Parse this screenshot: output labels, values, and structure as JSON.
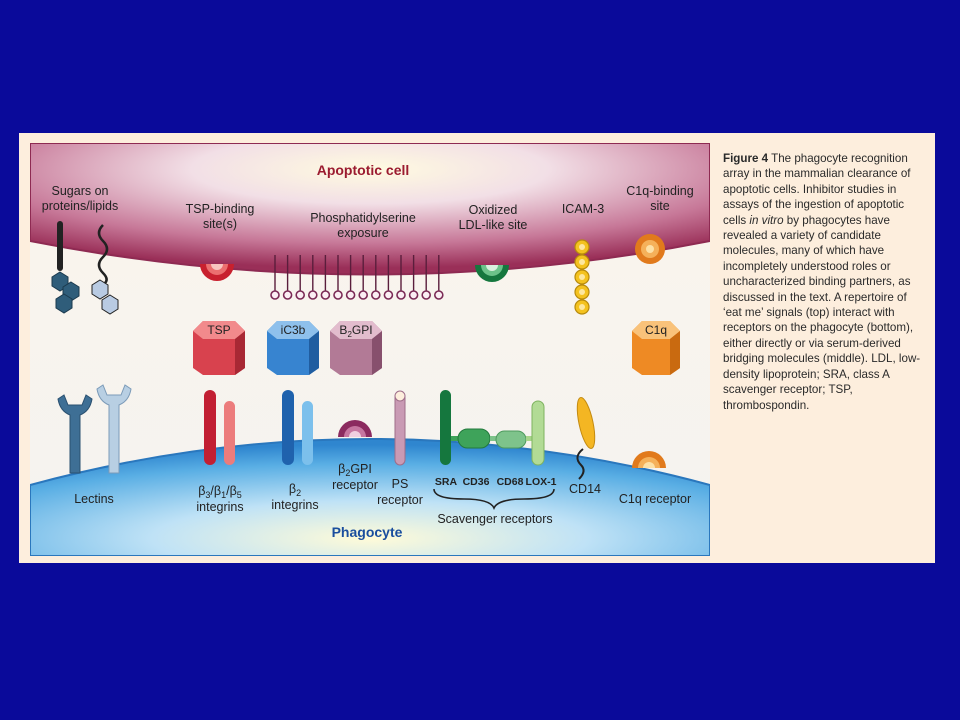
{
  "figure": {
    "apoptotic_cell_label": "Apoptotic cell",
    "phagocyte_label": "Phagocyte",
    "top_labels": {
      "sugars_1": "Sugars on",
      "sugars_2": "proteins/lipids",
      "tsp_site_1": "TSP-binding",
      "tsp_site_2": "site(s)",
      "ps_1": "Phosphatidylserine",
      "ps_2": "exposure",
      "ldl_1": "Oxidized",
      "ldl_2": "LDL-like site",
      "icam": "ICAM-3",
      "c1q_site_1": "C1q-binding",
      "c1q_site_2": "site"
    },
    "bridging_molecules": {
      "tsp": "TSP",
      "ic3b": "iC3b",
      "b2gpi_main": "B",
      "b2gpi_sub": "2",
      "b2gpi_rest": "GPI",
      "c1q": "C1q"
    },
    "bottom_labels": {
      "lectins": "Lectins",
      "b3_a": "β",
      "b3_s1": "3",
      "b3_b": "/β",
      "b3_s2": "1",
      "b3_c": "/β",
      "b3_s3": "5",
      "b3_integrins": "integrins",
      "b2_a": "β",
      "b2_s": "2",
      "b2_integrins": "integrins",
      "b2gpi_r_a": "β",
      "b2gpi_r_s": "2",
      "b2gpi_r_b": "GPI",
      "b2gpi_receptor": "receptor",
      "ps_receptor_1": "PS",
      "ps_receptor_2": "receptor",
      "sra": "SRA",
      "cd36": "CD36",
      "cd68": "CD68",
      "lox1": "LOX-1",
      "scavenger": "Scavenger receptors",
      "cd14": "CD14",
      "c1q_receptor": "C1q receptor"
    }
  },
  "caption": {
    "fig_label": "Figure 4",
    "text_1": " The phagocyte recognition array in the mammalian clearance of apoptotic cells. Inhibitor studies in assays of the ingestion of apoptotic cells ",
    "italic": "in vitro",
    "text_2": " by phagocytes have revealed a variety of candidate molecules, many of which have incompletely understood roles or uncharacterized binding partners, as discussed in the text. A repertoire of ‘eat me’ signals (top) interact with receptors on the phagocyte (bottom), either directly or via serum-derived bridging molecules (middle). LDL, low-density lipoprotein; SRA, class A scavenger receptor; TSP, thrombospondin."
  },
  "colors": {
    "background": "#0a0a9a",
    "panel": "#fdeedd",
    "apoptotic_membrane": "#a2365f",
    "phagocyte_membrane": "#3a8fd0",
    "tsp": "#e04a55",
    "ic3b": "#3d8ad2",
    "b2gpi": "#b06f93",
    "c1q": "#ee8a24"
  }
}
